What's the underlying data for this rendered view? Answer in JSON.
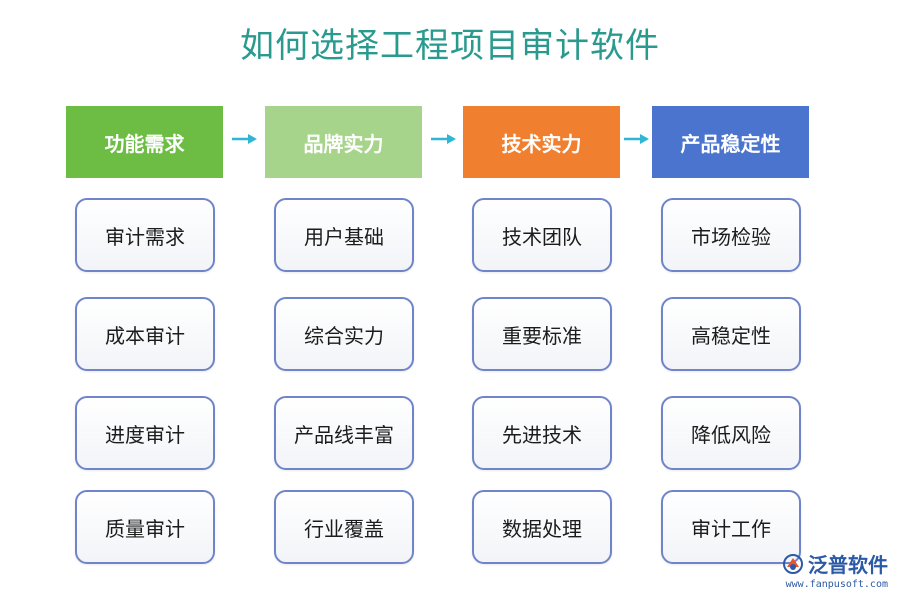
{
  "title": "如何选择工程项目审计软件",
  "columns": [
    {
      "header": "功能需求",
      "color": "#6dbd45",
      "items": [
        "审计需求",
        "成本审计",
        "进度审计",
        "质量审计"
      ]
    },
    {
      "header": "品牌实力",
      "color": "#a7d48b",
      "items": [
        "用户基础",
        "综合实力",
        "产品线丰富",
        "行业覆盖"
      ]
    },
    {
      "header": "技术实力",
      "color": "#f08030",
      "items": [
        "技术团队",
        "重要标准",
        "先进技术",
        "数据处理"
      ]
    },
    {
      "header": "产品稳定性",
      "color": "#4a74cd",
      "items": [
        "市场检验",
        "高稳定性",
        "降低风险",
        "审计工作"
      ]
    }
  ],
  "arrow_color": "#2fb6d6",
  "logo": {
    "name": "泛普软件",
    "url": "www.fanpusoft.com"
  }
}
